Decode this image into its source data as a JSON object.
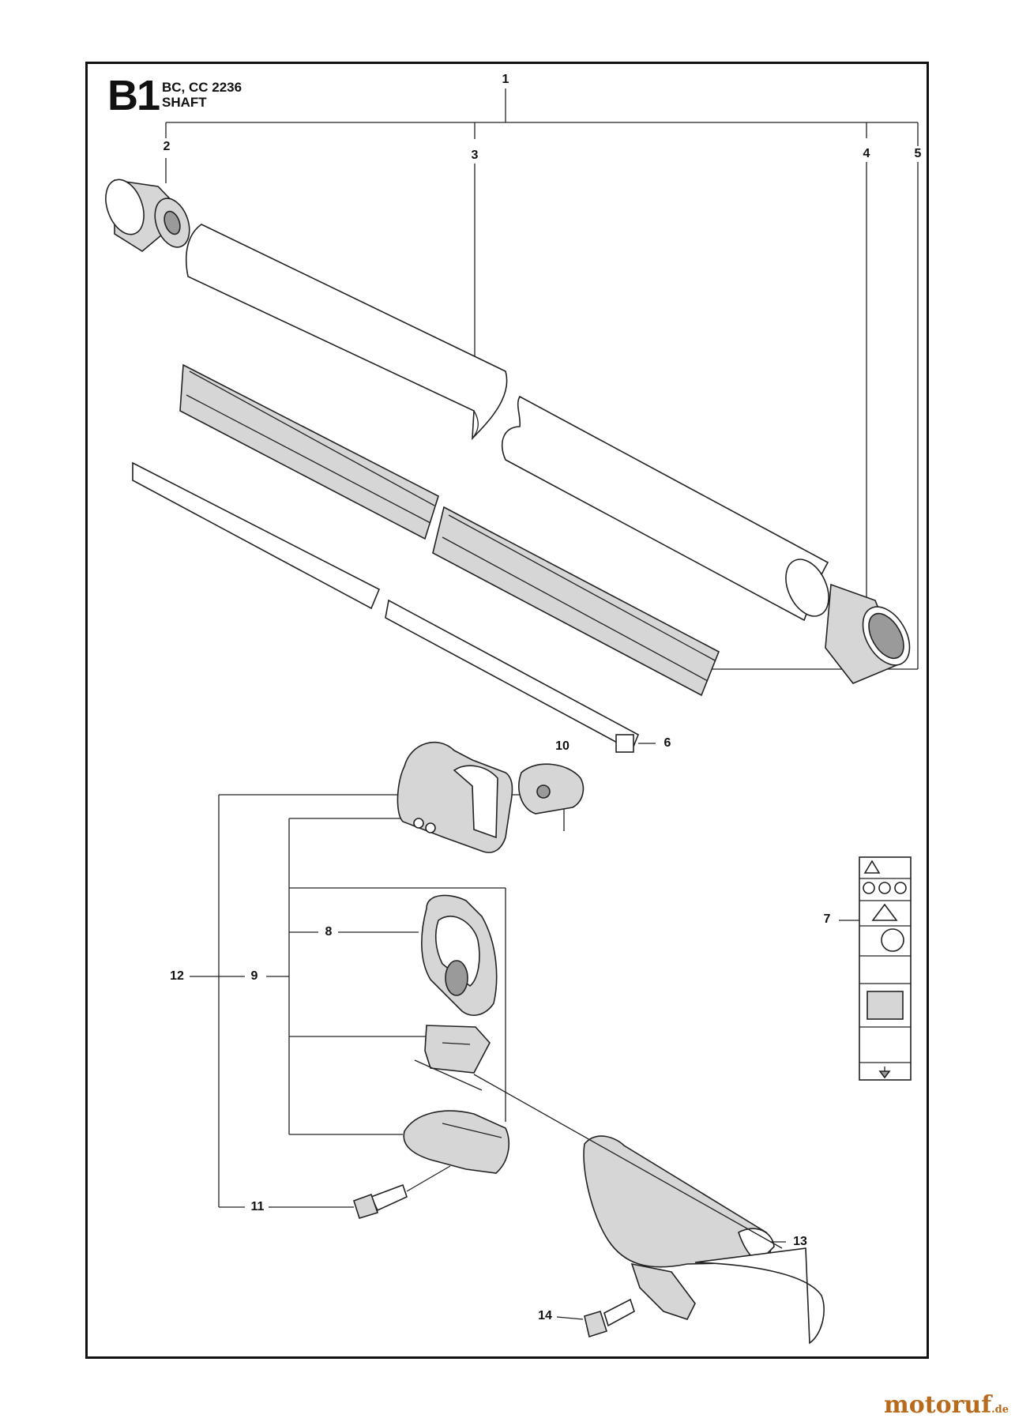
{
  "header": {
    "code": "B1",
    "model": "BC, CC 2236",
    "subtitle": "SHAFT"
  },
  "callouts": [
    {
      "id": "c1",
      "label": "1"
    },
    {
      "id": "c2",
      "label": "2"
    },
    {
      "id": "c3",
      "label": "3"
    },
    {
      "id": "c4",
      "label": "4"
    },
    {
      "id": "c5",
      "label": "5"
    },
    {
      "id": "c6",
      "label": "6"
    },
    {
      "id": "c7",
      "label": "7"
    },
    {
      "id": "c8",
      "label": "8"
    },
    {
      "id": "c9",
      "label": "9"
    },
    {
      "id": "c10",
      "label": "10"
    },
    {
      "id": "c11",
      "label": "11"
    },
    {
      "id": "c12",
      "label": "12"
    },
    {
      "id": "c13",
      "label": "13"
    },
    {
      "id": "c14",
      "label": "14"
    }
  ],
  "watermark": {
    "brand": "motoruf",
    "tld": ".de"
  },
  "colors": {
    "line": "#222222",
    "shade": "#d6d6d6",
    "watermark": "#b86a1d"
  }
}
